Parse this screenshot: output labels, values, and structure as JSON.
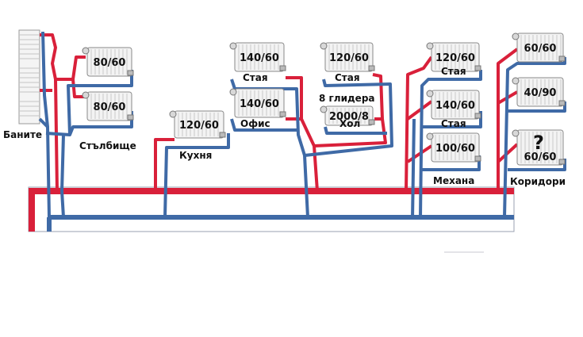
{
  "colors": {
    "supply": "#d9203a",
    "return": "#3f6aa6"
  },
  "radiators": [
    {
      "id": "stairs-top",
      "label": "80/60"
    },
    {
      "id": "stairs-bot",
      "label": "80/60"
    },
    {
      "id": "kitchen",
      "label": "120/60"
    },
    {
      "id": "room-1",
      "label": "140/60"
    },
    {
      "id": "office",
      "label": "140/60"
    },
    {
      "id": "room-2",
      "label": "120/60"
    },
    {
      "id": "hall",
      "label": "2000/8"
    },
    {
      "id": "mehana-1",
      "label": "120/60"
    },
    {
      "id": "mehana-2",
      "label": "140/60"
    },
    {
      "id": "mehana-3",
      "label": "100/60"
    },
    {
      "id": "corridor-1",
      "label": "60/60"
    },
    {
      "id": "corridor-2",
      "label": "40/90"
    },
    {
      "id": "corridor-3",
      "label": "60/60"
    }
  ],
  "rooms": {
    "bathrooms": "Баните",
    "stairwell": "Стълбище",
    "kitchen": "Кухня",
    "room_1": "Стая",
    "office": "Офис",
    "room_2": "Стая",
    "hall_note": "8 глидера",
    "hall": "Хол",
    "room_3": "Стая",
    "room_4": "Стая",
    "mehana": "Механа",
    "corridors": "Коридори"
  },
  "unknown_mark": "?"
}
